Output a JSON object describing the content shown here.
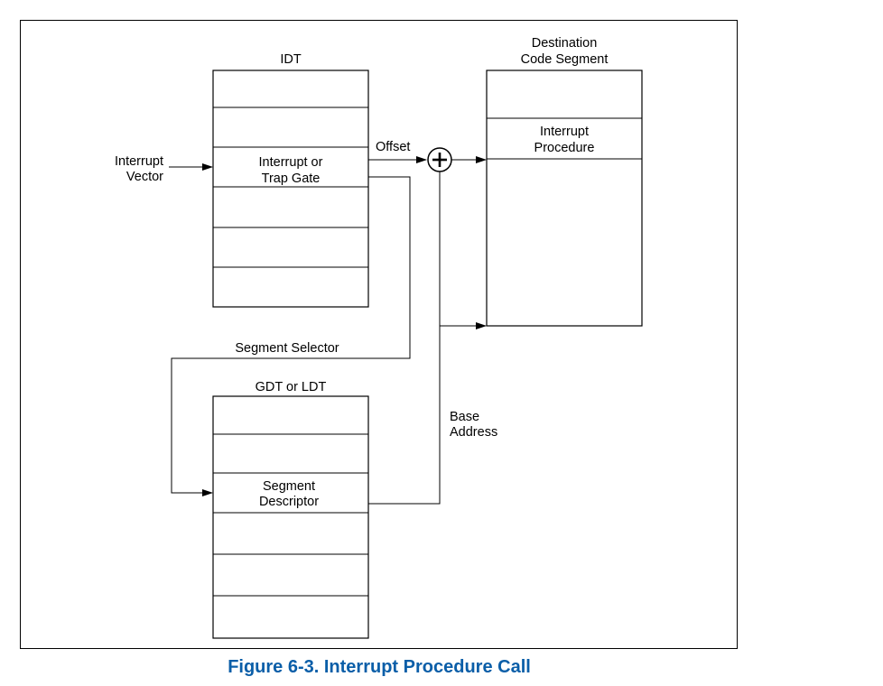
{
  "idt": {
    "title": "IDT",
    "gate_line1": "Interrupt or",
    "gate_line2": "Trap Gate"
  },
  "interrupt_vector": {
    "line1": "Interrupt",
    "line2": "Vector"
  },
  "offset_label": "Offset",
  "destination": {
    "title_line1": "Destination",
    "title_line2": "Code Segment",
    "proc_line1": "Interrupt",
    "proc_line2": "Procedure"
  },
  "segment_selector_label": "Segment Selector",
  "gdt": {
    "title": "GDT or LDT",
    "desc_line1": "Segment",
    "desc_line2": "Descriptor"
  },
  "base_address": {
    "line1": "Base",
    "line2": "Address"
  },
  "adder_symbol": "plus-in-circle",
  "caption": "Figure 6-3.  Interrupt Procedure Call",
  "colors": {
    "caption": "#0a5ea8",
    "lines": "#000000"
  }
}
